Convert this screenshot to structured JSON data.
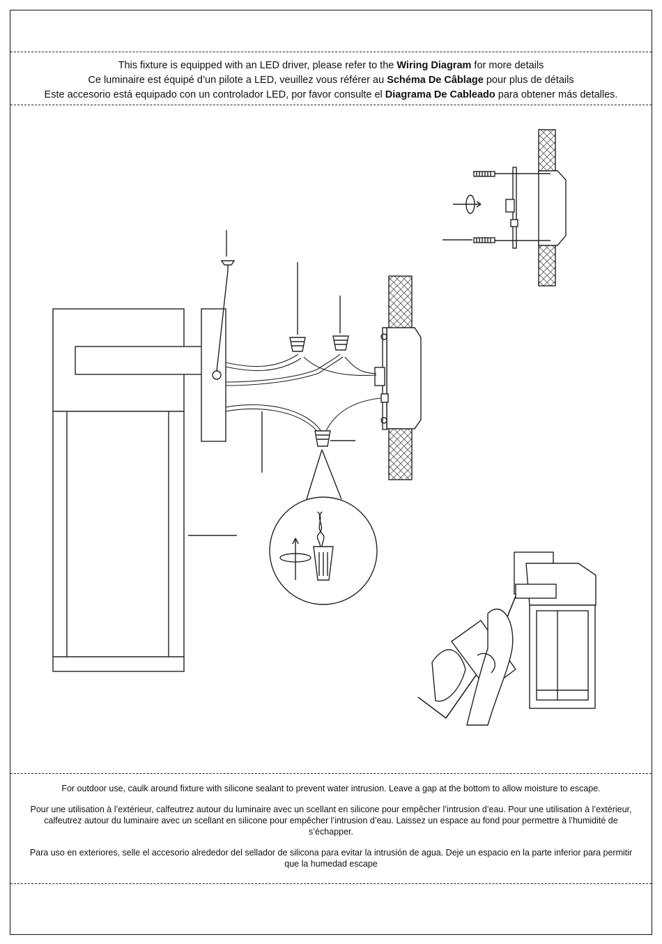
{
  "header": {
    "en": {
      "pre": "This fixture is equipped with an LED driver, please refer to the ",
      "bold": "Wiring Diagram",
      "post": " for more details"
    },
    "fr": {
      "pre": "Ce luminaire est équipé d’un pilote a LED, veuillez vous référer au ",
      "bold": "Schéma De Câblage",
      "post": " pour plus de détails"
    },
    "es": {
      "pre": "Este accesorio está equipado con un controlador LED, por favor consulte el ",
      "bold": "Diagrama De Cableado",
      "post": " para obtener más detalles."
    }
  },
  "footer": {
    "en": "For outdoor use, caulk around fixture with silicone sealant to prevent water intrusion. Leave a gap at the bottom to allow moisture to escape.",
    "fr": "Pour une utilisation à l’extérieur, calfeutrez autour du luminaire avec un scellant en silicone pour empêcher l’intrusion d’eau. Pour une utilisation à l’extérieur, calfeutrez autour du luminaire avec un scellant en silicone pour empêcher l’intrusion d’eau. Laissez un espace au fond pour permettre à l’humidité de s’échapper.",
    "es": "Para uso en exteriores, selle el accesorio alrededor del sellador de silicona para evitar la intrusión de agua. Deje un espacio en la parte inferior para permitir que la humedad escape"
  }
}
